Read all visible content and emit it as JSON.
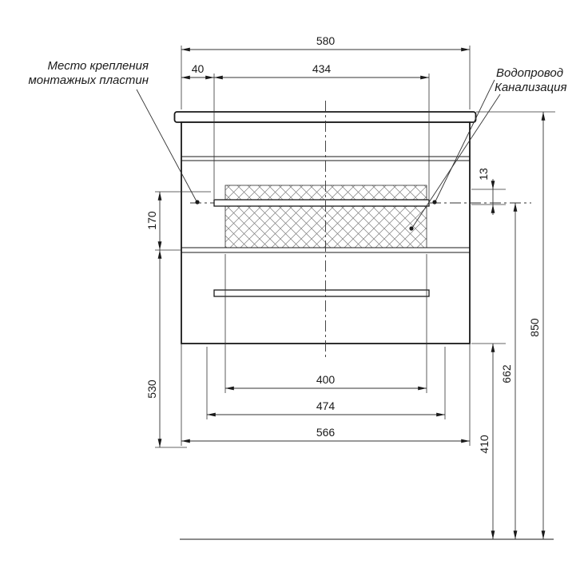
{
  "labels": {
    "mounting_line1": "Место крепления",
    "mounting_line2": "монтажных пластин",
    "water": "Водопровод",
    "sewer": "Канализация"
  },
  "dims": {
    "overall_width": "580",
    "plate_offset": "40",
    "plate_width": "434",
    "plate_gap": "13",
    "upper_section": "170",
    "lower_section": "530",
    "opening_width": "400",
    "panel_width": "474",
    "body_width": "566",
    "drain_height": "662",
    "floor_clearance": "410",
    "overall_height": "850"
  }
}
